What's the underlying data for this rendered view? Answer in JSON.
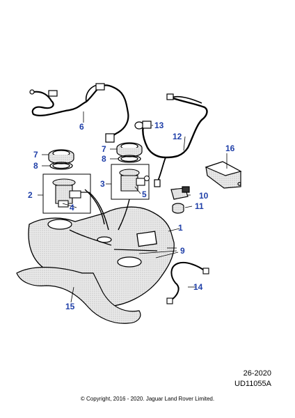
{
  "diagram": {
    "callouts": {
      "c1": "1",
      "c2": "2",
      "c3": "3",
      "c4": "4",
      "c5": "5",
      "c6": "6",
      "c7a": "7",
      "c7b": "7",
      "c8a": "8",
      "c8b": "8",
      "c9": "9",
      "c10": "10",
      "c11": "11",
      "c12": "12",
      "c13": "13",
      "c14": "14",
      "c15": "15",
      "c16": "16"
    },
    "reference": {
      "page": "26-2020",
      "code": "UD11055A"
    },
    "copyright": "© Copyright, 2016 - 2020. Jaguar Land Rover Limited."
  },
  "colors": {
    "callout": "#1f3fa8",
    "line": "#000000",
    "fill": "#dcdcdc"
  }
}
